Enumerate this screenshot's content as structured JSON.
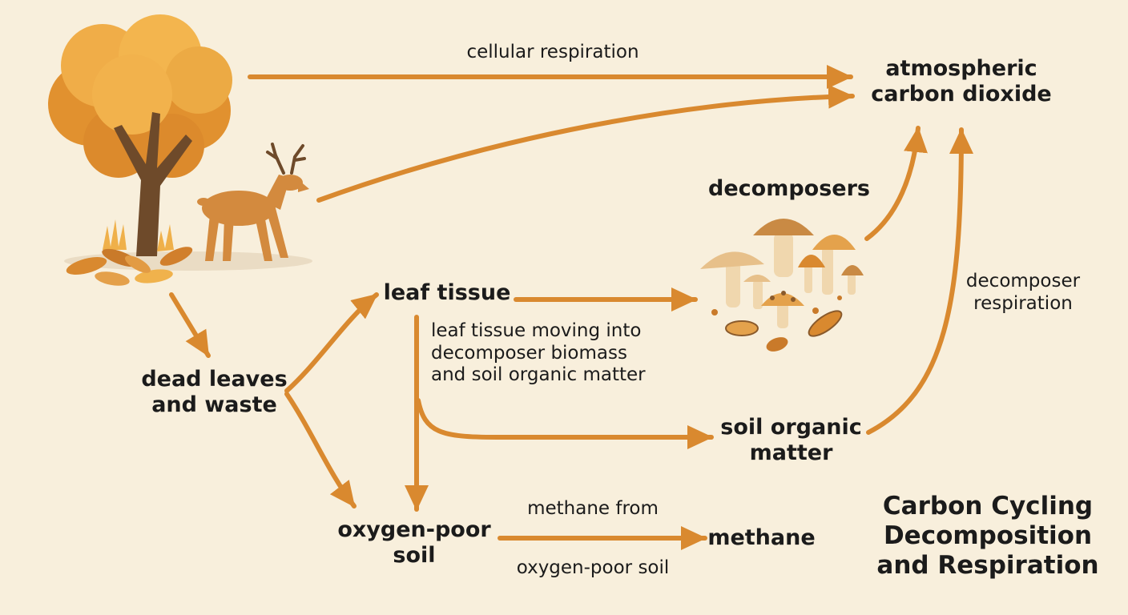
{
  "title": "Carbon Cycling\nDecomposition\nand Respiration",
  "nodes": {
    "atmospheric_co2": "atmospheric\ncarbon dioxide",
    "decomposers": "decomposers",
    "leaf_tissue": "leaf tissue",
    "dead_leaves": "dead leaves\nand waste",
    "soil_organic": "soil organic\nmatter",
    "oxygen_poor": "oxygen-poor\nsoil",
    "methane": "methane"
  },
  "edges": {
    "cellular_respiration": "cellular respiration",
    "decomposer_respiration": "decomposer\nrespiration",
    "leaf_to_biomass": "leaf tissue moving into\ndecomposer biomass\nand soil organic matter",
    "methane_from_1": "methane from",
    "methane_from_2": "oxygen-poor soil"
  },
  "colors": {
    "background": "#f8efdc",
    "arrow": "#d9892f",
    "tree_canopy": "#e9a43e",
    "trunk": "#6e4a2a",
    "deer": "#d38a3e",
    "mushroom_cap": "#c98a44",
    "mushroom_stem": "#f0d7ae"
  },
  "icons": [
    "tree-icon",
    "deer-icon",
    "fallen-leaves-icon",
    "mushrooms-icon",
    "microbes-icon"
  ]
}
